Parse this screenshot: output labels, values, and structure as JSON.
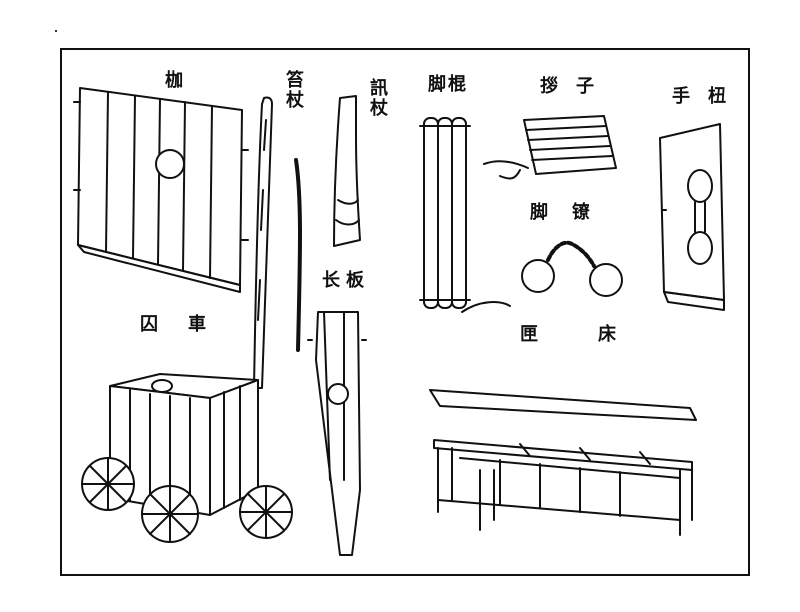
{
  "labels": {
    "cangue": "枷",
    "interrogation_staff": "訊杖",
    "punishment_staff": "笞杖",
    "ankle_rod": "脚棍",
    "finger_squeezer": "拶子",
    "handcuff": "手杻",
    "ankle_chain": "脚镣",
    "long_board": "长板",
    "prison_cart": "囚車",
    "rack_bed": "匣床"
  },
  "colors": {
    "ink": "#111111",
    "paper": "#ffffff"
  }
}
